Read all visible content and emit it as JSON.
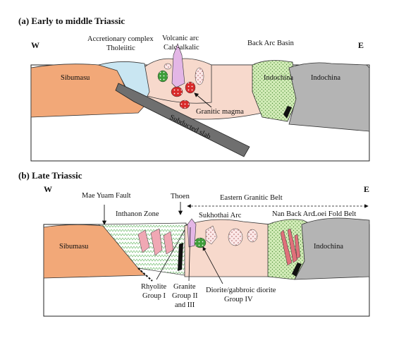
{
  "panel_a": {
    "title": "(a) Early to middle Triassic",
    "west": "W",
    "east": "E",
    "labels": {
      "accretionary_complex": "Accretionary complex",
      "tholeiitic": "Tholeiitic",
      "volcanic_arc": "Volcanic arc",
      "calc_alkalic": "Calc-alkalic",
      "back_arc_basin": "Back Arc Basin",
      "sibumasu": "Sibumasu",
      "indochina_green": "Indochina",
      "indochina_grey": "Indochina",
      "granitic_magma": "Granitic magma",
      "subducted_slab": "Subducted slab"
    }
  },
  "panel_b": {
    "title": "(b) Late Triassic",
    "west": "W",
    "east": "E",
    "labels": {
      "mae_yuam_fault": "Mae Yuam Fault",
      "thoen": "Thoen",
      "eastern_granitic_belt": "Eastern Granitic Belt",
      "inthanon_zone": "Inthanon Zone",
      "sukhothai_arc": "Sukhothai Arc",
      "nan_back_arc": "Nan Back Arc",
      "loei_fold_belt": "Loei Fold Belt",
      "sibumasu": "Sibumasu",
      "indochina": "Indochina",
      "rhyolite_line1": "Rhyolite",
      "rhyolite_line2": "Group I",
      "granite_line1": "Granite",
      "granite_line2": "Group II",
      "granite_line3": "and III",
      "diorite_line1": "Diorite/gabbroic diorite",
      "diorite_line2": "Group IV"
    }
  },
  "colors": {
    "sibumasu": "#f2a878",
    "accretionary": "#c9e6f2",
    "arc_crust": "#f7d9cc",
    "green_block": "#cfe8b0",
    "grey_block": "#b4b4b4",
    "slab": "#6f6f6f",
    "granitic_red": "#d92a2a",
    "green_magma": "#3f9e3a",
    "pink_lens": "#f0a8b4",
    "volcanic_purple": "#e3b6e6"
  }
}
